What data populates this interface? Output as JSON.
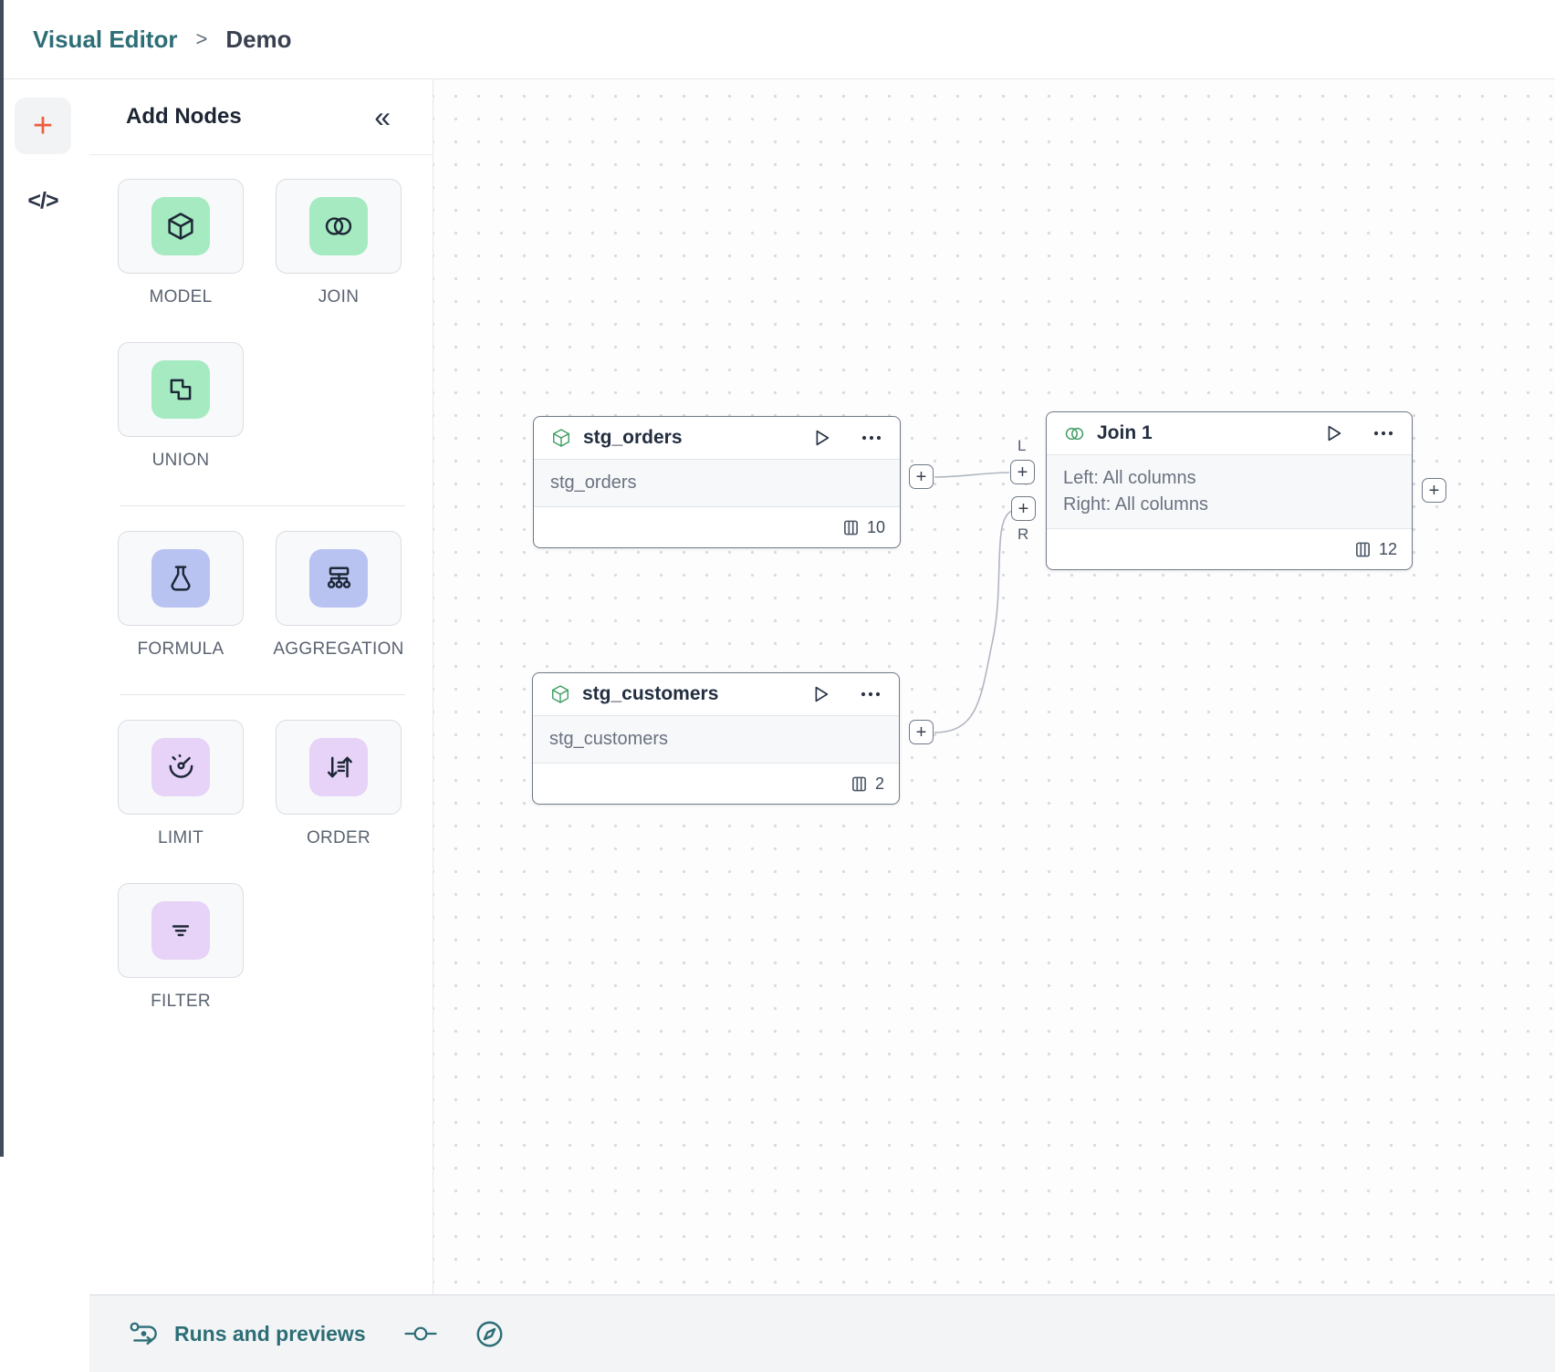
{
  "header": {
    "breadcrumb_root": "Visual Editor",
    "breadcrumb_separator": ">",
    "breadcrumb_current": "Demo"
  },
  "left_toolbar": {
    "add_button": "+",
    "code_button": "</>"
  },
  "add_nodes_panel": {
    "title": "Add Nodes",
    "collapse_glyph": "«",
    "groups": [
      {
        "tiles": [
          {
            "label": "MODEL",
            "icon": "cube-icon",
            "tint": "#A5EAC1"
          },
          {
            "label": "JOIN",
            "icon": "join-circles-icon",
            "tint": "#A5EAC1"
          },
          {
            "label": "UNION",
            "icon": "union-squares-icon",
            "tint": "#A5EAC1"
          }
        ]
      },
      {
        "tiles": [
          {
            "label": "FORMULA",
            "icon": "flask-icon",
            "tint": "#B9C3F2"
          },
          {
            "label": "AGGREGATION",
            "icon": "aggregation-tree-icon",
            "tint": "#B9C3F2"
          }
        ]
      },
      {
        "tiles": [
          {
            "label": "LIMIT",
            "icon": "gauge-icon",
            "tint": "#E6D3F7"
          },
          {
            "label": "ORDER",
            "icon": "sort-arrows-icon",
            "tint": "#E6D3F7"
          },
          {
            "label": "FILTER",
            "icon": "filter-lines-icon",
            "tint": "#E6D3F7"
          }
        ]
      }
    ]
  },
  "canvas": {
    "nodes": [
      {
        "title": "stg_orders",
        "icon": "cube-icon",
        "body": "stg_orders",
        "column_count": "10"
      },
      {
        "title": "stg_customers",
        "icon": "cube-icon",
        "body": "stg_customers",
        "column_count": "2"
      },
      {
        "title": "Join 1",
        "icon": "join-circles-icon",
        "body_line1": "Left: All columns",
        "body_line2": "Right: All columns",
        "column_count": "12"
      }
    ],
    "handle_plus": "+",
    "join_left_port_label": "L",
    "join_right_port_label": "R"
  },
  "status_bar": {
    "runs_label": "Runs and previews"
  },
  "colors": {
    "brand_teal": "#2D6E76",
    "accent_orange": "#EE5E41",
    "node_icon_green": "#3F9E63",
    "tile_green": "#A5EAC1",
    "tile_periwinkle": "#B9C3F2",
    "tile_purple": "#E6D3F7",
    "node_border": "#707987",
    "edge_gray": "#B0B6C0"
  }
}
